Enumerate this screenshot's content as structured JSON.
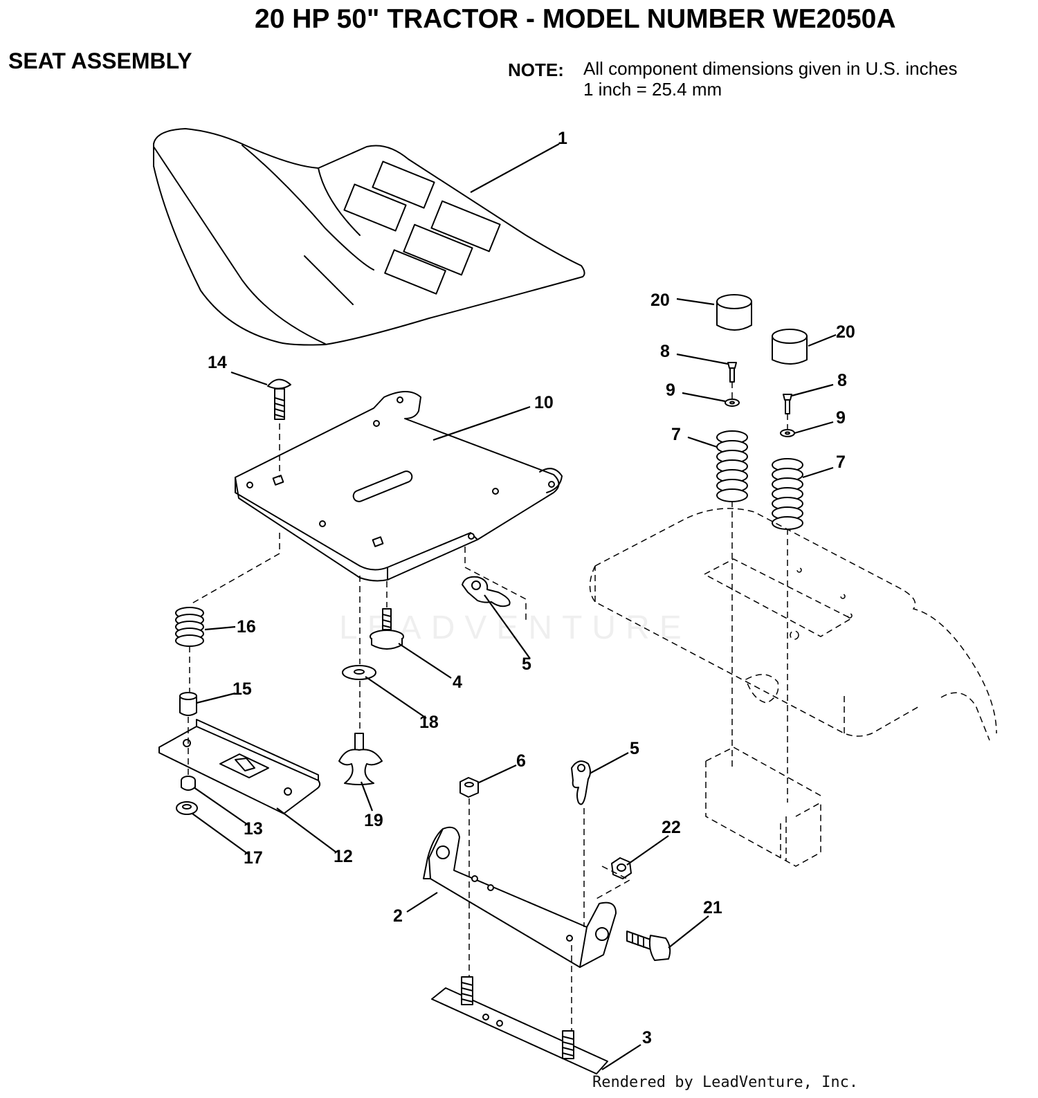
{
  "header": {
    "title": "20 HP 50\" TRACTOR - MODEL NUMBER WE2050A",
    "section": "SEAT ASSEMBLY",
    "note_label": "NOTE:",
    "note_lines": [
      "All component dimensions given in U.S. inches",
      "1 inch = 25.4 mm"
    ]
  },
  "watermark": "LEADVENTURE",
  "credit": "Rendered by LeadVenture, Inc.",
  "callouts": [
    {
      "id": "c1",
      "label": "1"
    },
    {
      "id": "c20a",
      "label": "20"
    },
    {
      "id": "c20b",
      "label": "20"
    },
    {
      "id": "c8a",
      "label": "8"
    },
    {
      "id": "c8b",
      "label": "8"
    },
    {
      "id": "c9a",
      "label": "9"
    },
    {
      "id": "c9b",
      "label": "9"
    },
    {
      "id": "c7a",
      "label": "7"
    },
    {
      "id": "c7b",
      "label": "7"
    },
    {
      "id": "c14",
      "label": "14"
    },
    {
      "id": "c10",
      "label": "10"
    },
    {
      "id": "c16",
      "label": "16"
    },
    {
      "id": "c15",
      "label": "15"
    },
    {
      "id": "c4",
      "label": "4"
    },
    {
      "id": "c5a",
      "label": "5"
    },
    {
      "id": "c18",
      "label": "18"
    },
    {
      "id": "c13",
      "label": "13"
    },
    {
      "id": "c17",
      "label": "17"
    },
    {
      "id": "c12",
      "label": "12"
    },
    {
      "id": "c19",
      "label": "19"
    },
    {
      "id": "c6",
      "label": "6"
    },
    {
      "id": "c5b",
      "label": "5"
    },
    {
      "id": "c22",
      "label": "22"
    },
    {
      "id": "c2",
      "label": "2"
    },
    {
      "id": "c21",
      "label": "21"
    },
    {
      "id": "c3",
      "label": "3"
    }
  ]
}
